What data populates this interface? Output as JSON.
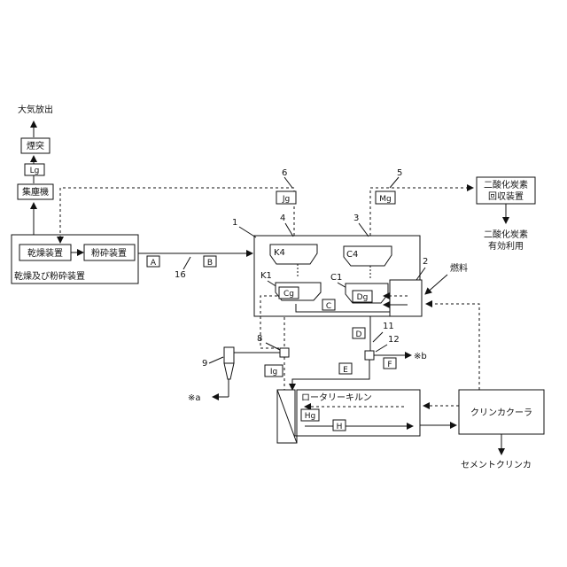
{
  "outputs": {
    "atmosphere": "大気放出",
    "co2_use_line1": "二酸化炭素",
    "co2_use_line2": "有効利用",
    "cement_clinker": "セメントクリンカ",
    "mark_a": "※a",
    "mark_b": "※b"
  },
  "equipment": {
    "chimney": "煙突",
    "dust_collector": "集塵機",
    "dryer": "乾燥装置",
    "crusher": "粉砕装置",
    "dry_crush_unit": "乾燥及び粉砕装置",
    "co2_recovery_line1": "二酸化炭素",
    "co2_recovery_line2": "回収装置",
    "rotary_kiln": "ロータリーキルン",
    "clinker_cooler": "クリンカクーラ",
    "fuel": "燃料"
  },
  "streams": {
    "Lg": "Lg",
    "Jg": "Jg",
    "Mg": "Mg",
    "A": "A",
    "B": "B",
    "C": "C",
    "D": "D",
    "E": "E",
    "F": "F",
    "Ig": "Ig",
    "Hg": "Hg",
    "H": "H",
    "K4": "K4",
    "C4": "C4",
    "K1": "K1",
    "C1": "C1",
    "Cg": "Cg",
    "Dg": "Dg"
  },
  "refs": {
    "n1": "1",
    "n2": "2",
    "n3": "3",
    "n4": "4",
    "n5": "5",
    "n6": "6",
    "n8": "8",
    "n9": "9",
    "n11": "11",
    "n12": "12",
    "n16": "16"
  },
  "colors": {
    "line": "#111111",
    "background": "#ffffff"
  }
}
